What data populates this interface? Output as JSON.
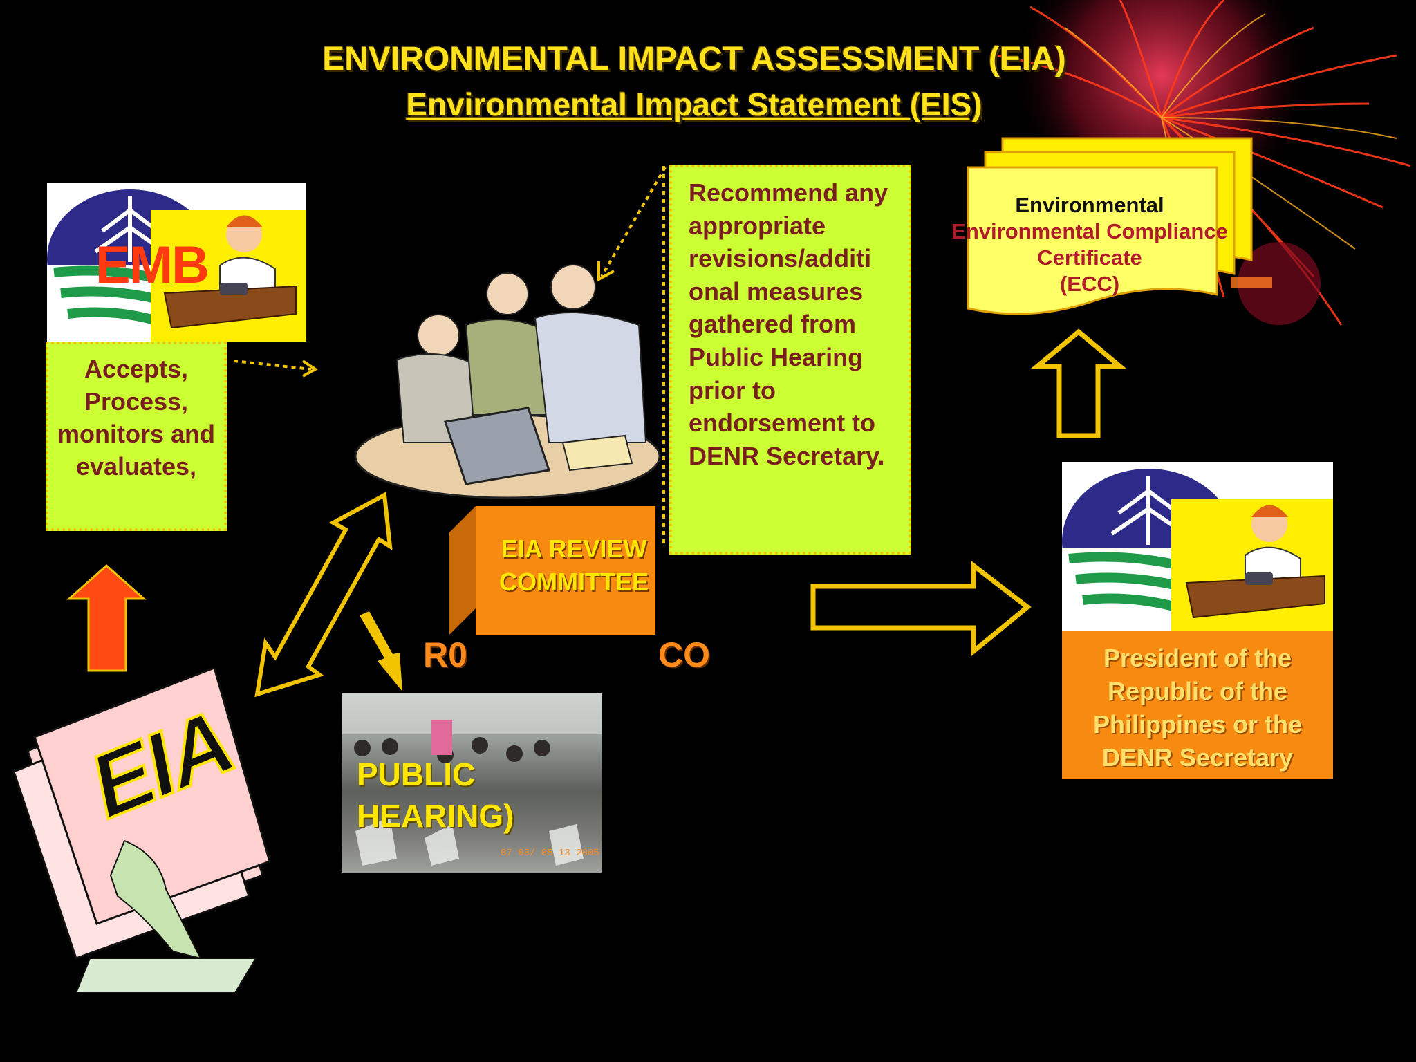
{
  "title": {
    "main": "ENVIRONMENTAL IMPACT ASSESSMENT (EIA)",
    "sub": "Environmental Impact Statement (EIS)"
  },
  "emb": {
    "label": "EMB",
    "description": "Accepts, Process, monitors and evaluates,"
  },
  "committee": {
    "label_line1": "EIA REVIEW",
    "label_line2": "COMMITTEE",
    "recommendation": "Recommend any appropriate revisions/additi onal measures gathered from Public Hearing prior to endorsement to DENR Secretary."
  },
  "offices": {
    "ro": "R0",
    "co": "CO"
  },
  "public_hearing": {
    "line1": "PUBLIC",
    "line2": "HEARING)",
    "stamp": "07 03/ 05 13 2005"
  },
  "eia_folder": {
    "label": "EIA"
  },
  "ecc": {
    "line1": "Environmental",
    "line2": "Environmental Compliance",
    "line3": "Certificate",
    "line4": "(ECC)"
  },
  "approver": {
    "label": "President of the Republic of the Philippines or the DENR Secretary"
  },
  "colors": {
    "background": "#000000",
    "title": "#ffe21a",
    "green_box": "#ccff33",
    "box_text": "#7a1f1f",
    "orange_box": "#f78b12",
    "arrow": "#f2c400"
  }
}
